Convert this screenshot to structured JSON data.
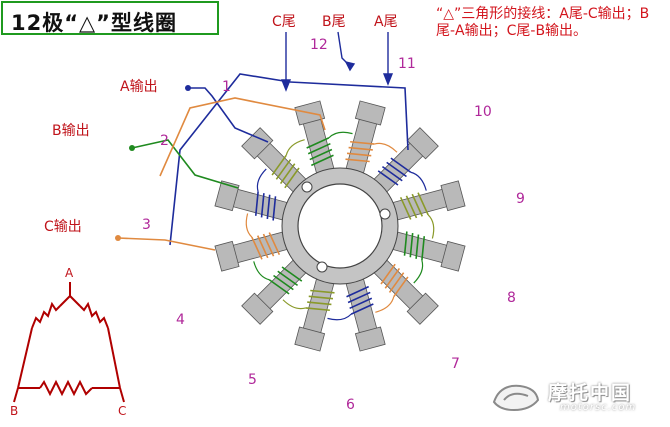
{
  "title": "12极“△”型线圈",
  "note": "“△”三角形的接线：A尾-C输出；B尾-A输出；C尾-B输出。",
  "tails": {
    "c": "C尾",
    "b": "B尾",
    "a": "A尾"
  },
  "outputs": {
    "a": "A输出",
    "b": "B输出",
    "c": "C输出"
  },
  "pole_numbers": [
    "1",
    "2",
    "3",
    "4",
    "5",
    "6",
    "7",
    "8",
    "9",
    "10",
    "11",
    "12"
  ],
  "triangle": {
    "a": "A",
    "b": "B",
    "c": "C"
  },
  "watermark": {
    "name": "摩托中国",
    "url": "motorsc.com"
  },
  "colors": {
    "phase_a": "#1e2c9c",
    "phase_b": "#1f8a1f",
    "phase_c": "#e08a40",
    "olive": "#8a9a2a",
    "tooth": "#b9b9b9",
    "label_red": "#c0141b",
    "number_purple": "#b0289a",
    "title_border": "#1f9a1f"
  }
}
